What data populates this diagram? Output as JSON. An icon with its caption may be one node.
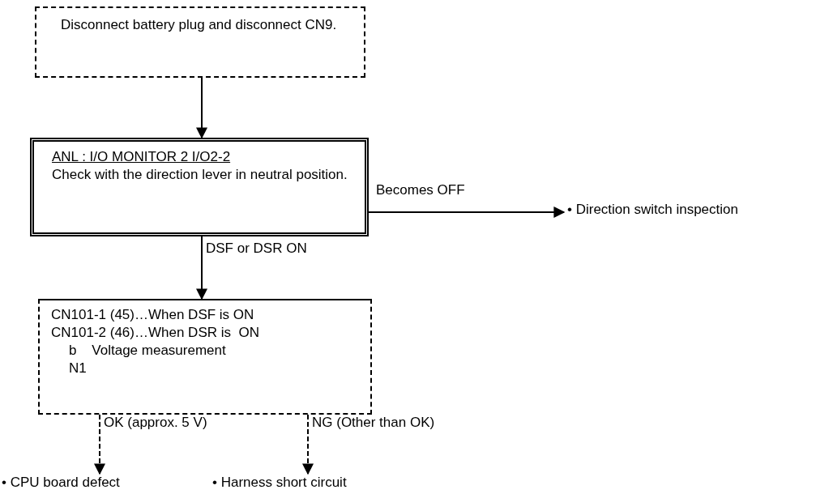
{
  "diagram": {
    "nodes": [
      {
        "text": [
          "Disconnect battery plug and disconnect CN9."
        ]
      },
      {
        "text": [
          "ANL : I/O MONITOR 2 I/O2-2",
          "Check with the direction lever in neutral position."
        ]
      },
      {
        "text": [
          "• Direction switch inspection"
        ]
      },
      {
        "text": [
          "CN101-1 (45)…When DSF is ON",
          "CN101-2 (46)…When DSR is  ON",
          "b    Voltage measurement",
          "N1"
        ]
      },
      {
        "text": [
          "• CPU board defect"
        ]
      },
      {
        "text": [
          "• Harness short circuit"
        ]
      }
    ],
    "edges": [
      {
        "from": 0,
        "to": 1,
        "arrow": "to"
      },
      {
        "from": 1,
        "to": 2,
        "arrow": "to",
        "label": "Becomes OFF"
      },
      {
        "from": 1,
        "to": 3,
        "arrow": "to",
        "label": "DSF or DSR ON"
      },
      {
        "from": 3,
        "to": 4,
        "arrow": "to",
        "label": "OK (approx. 5 V)",
        "style": "dashed"
      },
      {
        "from": 3,
        "to": 5,
        "arrow": "to",
        "label": "NG (Other than OK)",
        "style": "dashed"
      }
    ]
  }
}
